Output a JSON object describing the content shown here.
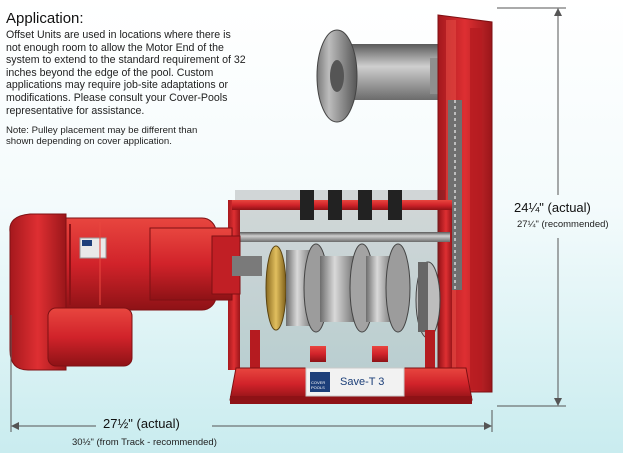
{
  "application": {
    "heading": "Application:",
    "paragraph_lines": [
      "Offset Units are used in locations where there is",
      "not enough room to allow the Motor End of the",
      "system to extend to the standard requirement of 32",
      "inches beyond the edge of the pool.  Custom",
      "applications may require job-site adaptations or",
      "modifications.  Please consult your Cover-Pools",
      "representative for assistance."
    ],
    "note_lines": [
      "Note:  Pulley placement may be different than",
      "shown depending on cover application."
    ]
  },
  "dimensions": {
    "height_actual": "24¼\" (actual)",
    "height_recommended": "27¼\" (recommended)",
    "width_actual": "27½\" (actual)",
    "width_recommended": "30½\" (from Track - recommended)"
  },
  "product": {
    "label_plate": "Save-T 3",
    "logo_text": "COVER POOLS"
  },
  "colors": {
    "frame_red": "#d1232a",
    "background_teal": "#c9ecef"
  }
}
